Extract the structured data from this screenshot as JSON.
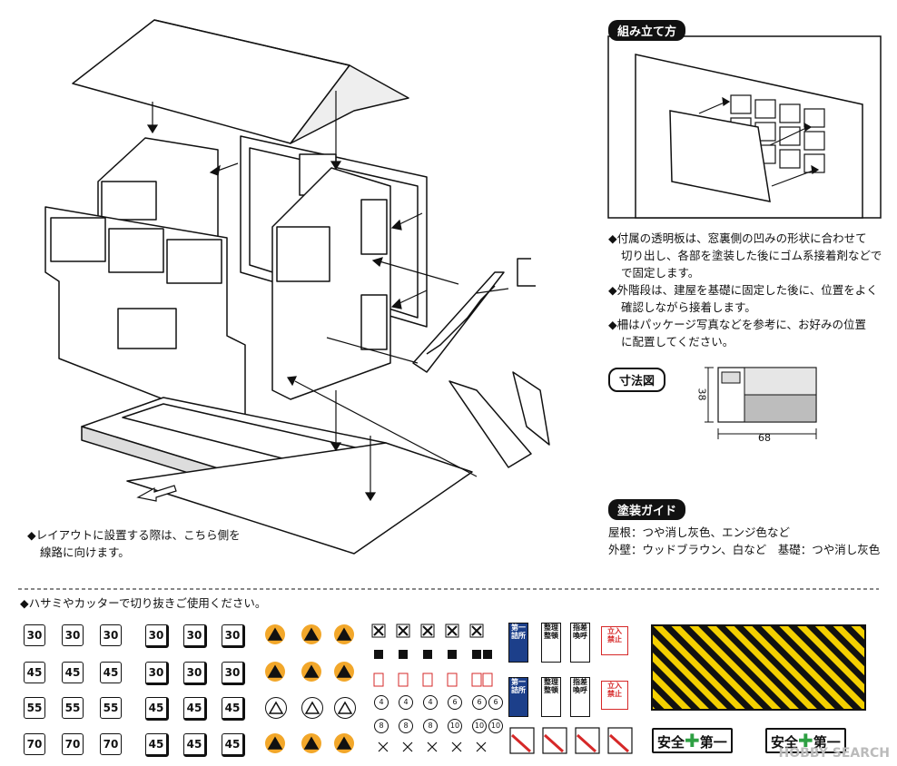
{
  "assembly": {
    "title": "組み立て方",
    "notes": [
      "◆付属の透明板は、窓裏側の凹みの形状に合わせて",
      "切り出し、各部を塗装した後にゴム系接着剤などで",
      "で固定します。",
      "◆外階段は、建屋を基礎に固定した後に、位置をよく",
      "確認しながら接着します。",
      "◆柵はパッケージ写真などを参考に、お好みの位置",
      "に配置してください。"
    ]
  },
  "dimensions": {
    "title": "寸法図",
    "height": "38",
    "width": "68"
  },
  "paint": {
    "title": "塗装ガイド",
    "line1": "屋根：つや消し灰色、エンジ色など",
    "line2": "外壁：ウッドブラウン、白など　基礎：つや消し灰色"
  },
  "layout_note": {
    "line1": "◆レイアウトに設置する際は、こちら側を",
    "line2": "線路に向けます。"
  },
  "decals": {
    "instruction": "◆ハサミやカッターで切り抜きご使用ください。",
    "speed_rows": [
      [
        "30",
        "30",
        "30",
        "30",
        "30",
        "30"
      ],
      [
        "45",
        "45",
        "45",
        "30",
        "30",
        "30"
      ],
      [
        "55",
        "55",
        "55",
        "45",
        "45",
        "45"
      ],
      [
        "70",
        "70",
        "70",
        "45",
        "45",
        "45"
      ]
    ],
    "small_numbers": [
      [
        "4",
        "4",
        "4",
        "6",
        "6",
        "6"
      ],
      [
        "8",
        "8",
        "8",
        "10",
        "10",
        "10"
      ]
    ],
    "work_signs": {
      "blue": "第一詰所",
      "managed": "整理整頓",
      "call": "指差喚呼",
      "no_entry_top": "立入",
      "no_entry_bottom": "禁止"
    },
    "safety_label_a": "安全",
    "safety_label_b": "第一",
    "watermark": "HOBBY SEARCH"
  },
  "colors": {
    "hazard_yellow": "#f4d000",
    "ink": "#111111",
    "orange": "#f2a72a",
    "green": "#2ea043",
    "red": "#d62828",
    "blue": "#1c3f8a"
  }
}
